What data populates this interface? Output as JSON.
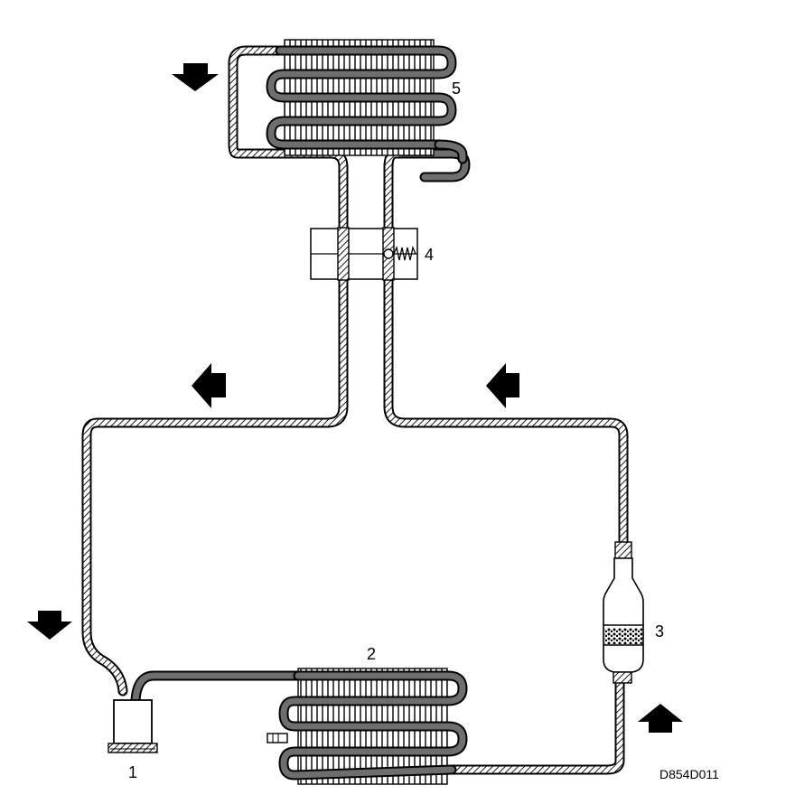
{
  "components": [
    {
      "id": "1",
      "label": "1"
    },
    {
      "id": "2",
      "label": "2"
    },
    {
      "id": "3",
      "label": "3"
    },
    {
      "id": "4",
      "label": "4"
    },
    {
      "id": "5",
      "label": "5"
    }
  ],
  "drawing_code": "D854D011",
  "flow_arrows": [
    "down",
    "left",
    "left",
    "down",
    "up"
  ]
}
